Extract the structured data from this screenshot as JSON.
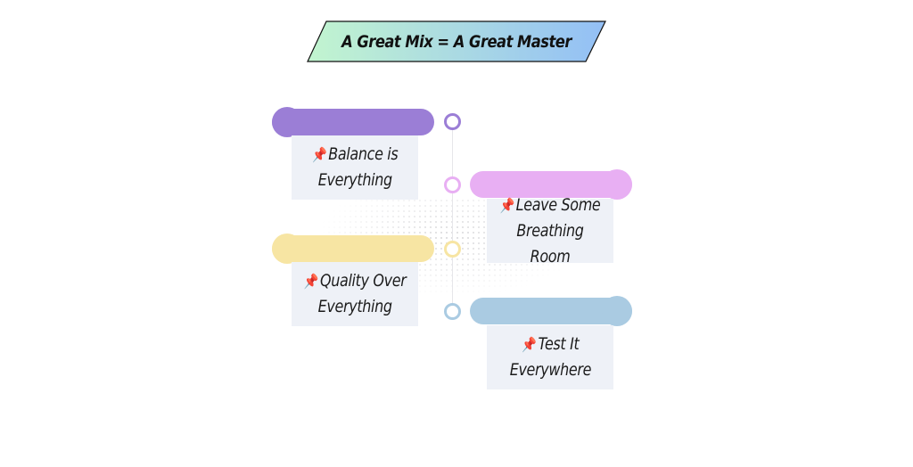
{
  "title": "A Great Mix = A Great Master",
  "colors": {
    "title_gradient_start": "#c2f5cf",
    "title_gradient_end": "#93bff6",
    "purple": "#9b7ed6",
    "pink": "#e8aff3",
    "yellow": "#f7e5a3",
    "blue": "#aacbe2",
    "card_bg": "#eef1f7"
  },
  "items": [
    {
      "icon": "pushpin-icon",
      "pin": "📌",
      "text": "Balance is\nEverything"
    },
    {
      "icon": "pushpin-icon",
      "pin": "📌",
      "text": "Leave Some\nBreathing Room"
    },
    {
      "icon": "pushpin-icon",
      "pin": "📌",
      "text": "Quality Over\nEverything"
    },
    {
      "icon": "pushpin-icon",
      "pin": "📌",
      "text": "Test It\nEverywhere"
    }
  ]
}
